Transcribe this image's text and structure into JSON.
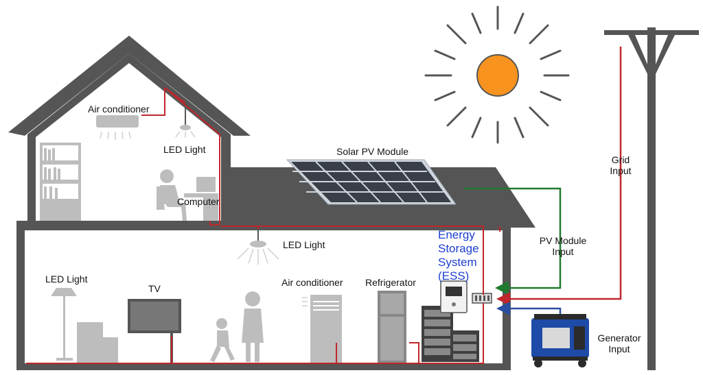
{
  "labels": {
    "air_conditioner_upper": "Air conditioner",
    "led_light_upper": "LED Light",
    "computer": "Computer",
    "solar_pv_module": "Solar PV Module",
    "led_light_ceiling": "LED Light",
    "led_light_floor": "LED Light",
    "tv": "TV",
    "air_conditioner_lower": "Air conditioner",
    "refrigerator": "Refrigerator",
    "ess_line1": "Energy",
    "ess_line2": "Storage",
    "ess_line3": "System",
    "ess_line4": "(ESS)",
    "pv_module_input_line1": "PV Module",
    "pv_module_input_line2": "Input",
    "grid_input_line1": "Grid",
    "grid_input_line2": "Input",
    "generator_input_line1": "Generator",
    "generator_input_line2": "Input"
  },
  "colors": {
    "house": "#555555",
    "interior": "#ffffff",
    "furniture": "#bdbdbd",
    "ac_wire": "#c0262b",
    "pv_wire": "#1f7a2e",
    "generator_wire": "#2a4fa0",
    "sun": "#f7931e",
    "ess_text": "#1d3fd0"
  }
}
